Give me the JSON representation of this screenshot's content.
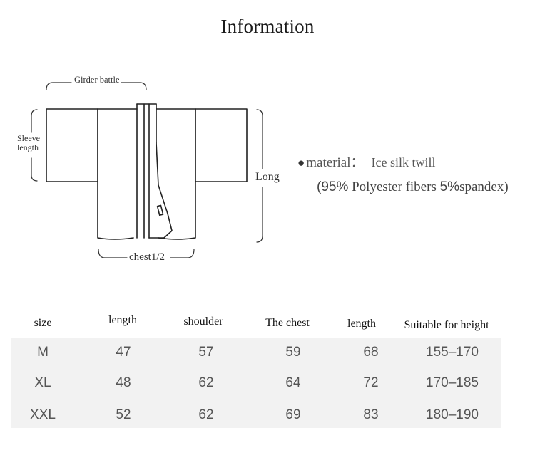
{
  "title": "Information",
  "diagram": {
    "girder_label": "Girder battle",
    "sleeve_label_line1": "Sleeve",
    "sleeve_label_line2": "length",
    "long_label": "Long",
    "chest_label": "chest1/2"
  },
  "material": {
    "bullet": "●",
    "label": "material：",
    "value": "Ice silk twill",
    "composition_open": "(",
    "composition_pct1": "95%",
    "composition_text1": " Polyester fibers ",
    "composition_pct2": "5%",
    "composition_text2": "spandex)"
  },
  "size_table": {
    "headers": [
      "size",
      "length",
      "shoulder",
      "The chest",
      "length",
      "Suitable for height"
    ],
    "rows": [
      [
        "M",
        "47",
        "57",
        "59",
        "68",
        "155–170"
      ],
      [
        "XL",
        "48",
        "62",
        "64",
        "72",
        "170–185"
      ],
      [
        "XXL",
        "52",
        "62",
        "69",
        "83",
        "180–190"
      ]
    ]
  }
}
